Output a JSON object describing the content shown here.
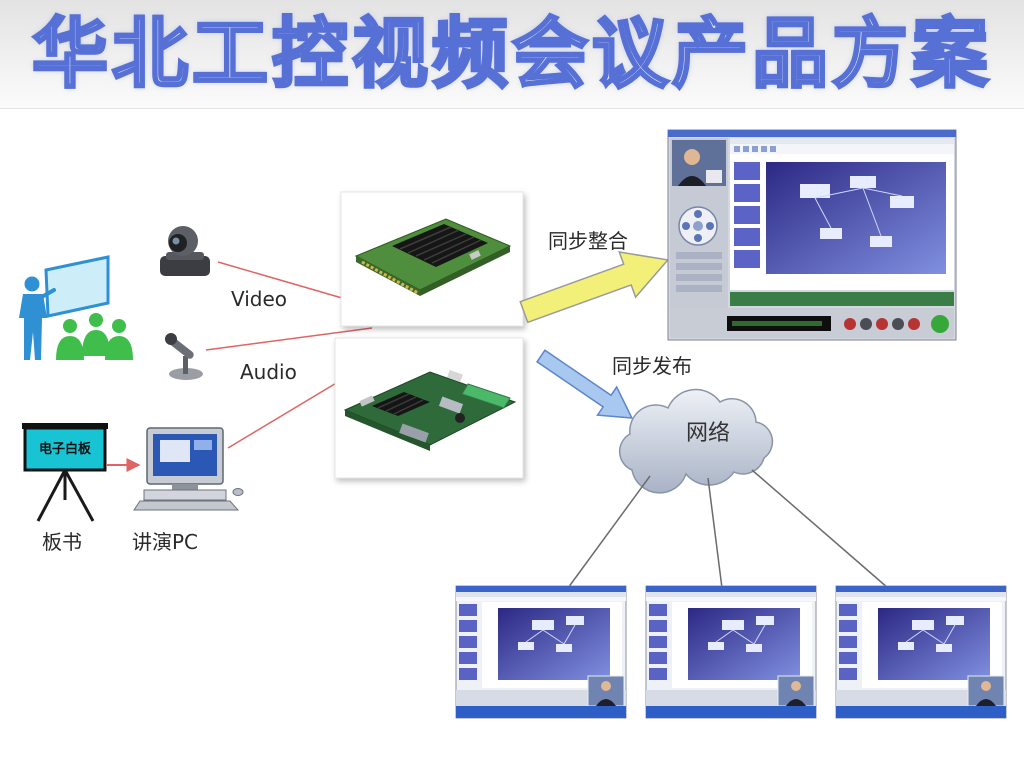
{
  "title": "华北工控视频会议产品方案",
  "labels": {
    "video": "Video",
    "audio": "Audio",
    "sync_integrate": "同步整合",
    "sync_publish": "同步发布",
    "network": "网络",
    "whiteboard_screen": "电子白板",
    "whiteboard_caption": "板书",
    "pc_caption": "讲演PC"
  },
  "icons": {
    "presenter": "presenter-with-audience-icon",
    "camera": "ptz-camera-icon",
    "microphone": "microphone-icon",
    "whiteboard": "whiteboard-tripod-icon",
    "pc": "desktop-pc-icon",
    "network": "cloud-icon",
    "boards": "embedded-board-image"
  },
  "colors": {
    "title_outline": "#5670d6",
    "title_fill": "#dfe3fb",
    "signal_line": "#e06464",
    "integrate_arrow": "#f3f07a",
    "publish_arrow": "#a8c8f0",
    "network_line": "#6b6b6b",
    "whiteboard_screen": "#18c3d4"
  }
}
